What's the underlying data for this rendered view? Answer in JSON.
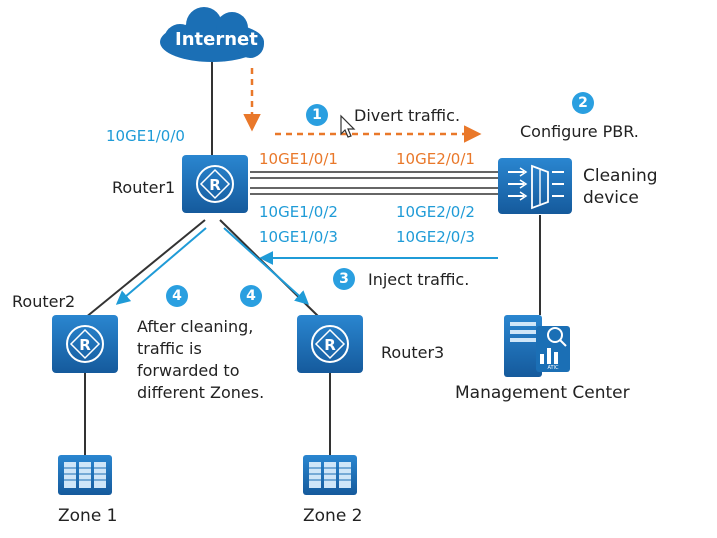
{
  "internet": {
    "label": "Internet"
  },
  "routers": {
    "router1": "Router1",
    "router2": "Router2",
    "router3": "Router3"
  },
  "ports": {
    "r1_up": "10GE1/0/0",
    "r1_divert": "10GE1/0/1",
    "cd_divert": "10GE2/0/1",
    "r1_inject_a": "10GE1/0/2",
    "r1_inject_b": "10GE1/0/3",
    "cd_inject_a": "10GE2/0/2",
    "cd_inject_b": "10GE2/0/3"
  },
  "steps": {
    "s1": {
      "num": "1",
      "text": "Divert traffic."
    },
    "s2": {
      "num": "2",
      "text": "Configure PBR."
    },
    "s3": {
      "num": "3",
      "text": "Inject traffic."
    },
    "s4a": {
      "num": "4"
    },
    "s4b": {
      "num": "4"
    },
    "s4_text": "After cleaning, traffic is forwarded to different Zones."
  },
  "devices": {
    "cleaning": "Cleaning device",
    "management": "Management Center",
    "management_badge": "ATIC",
    "zone1": "Zone 1",
    "zone2": "Zone 2"
  },
  "colors": {
    "blue_accent": "#1f9bd7",
    "orange_accent": "#e9782a",
    "device_blue": "#1b6fb5"
  }
}
